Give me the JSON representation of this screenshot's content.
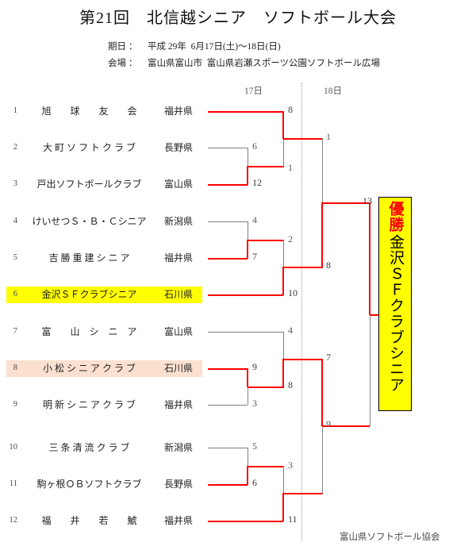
{
  "header": {
    "title": "第21回　北信越シニア　ソフトボール大会",
    "date_label": "期日 ：",
    "date_value": "平成 29年  6月17日(土)～18日(日)",
    "venue_label": "会場 ：",
    "venue_value": "富山県富山市  富山県岩瀬スポーツ公園ソフトボール広場"
  },
  "days": {
    "day1": "17日",
    "day2": "18日"
  },
  "teams": [
    {
      "seed": "1",
      "name": "旭　　球　　友　　会",
      "pref": "福井県",
      "highlight": "none"
    },
    {
      "seed": "2",
      "name": "大 町 ソ フ ト ク ラ ブ",
      "pref": "長野県",
      "highlight": "none"
    },
    {
      "seed": "3",
      "name": "戸出ソフトボールクラブ",
      "pref": "富山県",
      "highlight": "none"
    },
    {
      "seed": "4",
      "name": "けいせつＳ・Ｂ・Ｃシニア",
      "pref": "新潟県",
      "highlight": "none"
    },
    {
      "seed": "5",
      "name": "吉 勝 重 建 シ ニ ア",
      "pref": "福井県",
      "highlight": "none"
    },
    {
      "seed": "6",
      "name": "金沢ＳＦクラブシニア",
      "pref": "石川県",
      "highlight": "yellow"
    },
    {
      "seed": "7",
      "name": "富　　山　シ　ニ　ア",
      "pref": "富山県",
      "highlight": "none"
    },
    {
      "seed": "8",
      "name": "小 松 シ ニ ア ク ラ ブ",
      "pref": "石川県",
      "highlight": "peach"
    },
    {
      "seed": "9",
      "name": "明 新 シ ニ ア ク ラ ブ",
      "pref": "福井県",
      "highlight": "none"
    },
    {
      "seed": "10",
      "name": "三 条 清 流 ク ラ ブ",
      "pref": "新潟県",
      "highlight": "none"
    },
    {
      "seed": "11",
      "name": "駒ヶ根ＯＢソフトクラブ",
      "pref": "長野県",
      "highlight": "none"
    },
    {
      "seed": "12",
      "name": "福　　井　　若　　鯱",
      "pref": "福井県",
      "highlight": "none"
    }
  ],
  "scores": {
    "r1_m1_top": "6",
    "r1_m1_bot": "12",
    "r2_m1_top": "8",
    "r2_m1_bot": "1",
    "r1_m2_top": "4",
    "r1_m2_bot": "7",
    "r2_m2_top": "2",
    "r2_m2_bot": "10",
    "r1_m3_top": "9",
    "r1_m3_bot": "3",
    "r2_m3_top": "4",
    "r2_m3_bot": "8",
    "r1_m4_top": "5",
    "r1_m4_bot": "6",
    "r2_m4_top": "3",
    "r2_m4_bot": "11",
    "sf1_top": "1",
    "sf1_bot": "8",
    "sf2_top": "7",
    "sf2_bot": "9",
    "final_top": "13"
  },
  "champion": {
    "label": "優勝",
    "name": "金沢ＳＦクラブシニア"
  },
  "footer": {
    "organization": "富山県ソフトボール協会"
  },
  "colors": {
    "winner_line": "#ff0000",
    "loser_line": "#808080",
    "champion_bg": "#ffff00",
    "champion_title": "#ff0000",
    "highlight_yellow": "#ffff00",
    "highlight_peach": "#fbe0d0"
  }
}
